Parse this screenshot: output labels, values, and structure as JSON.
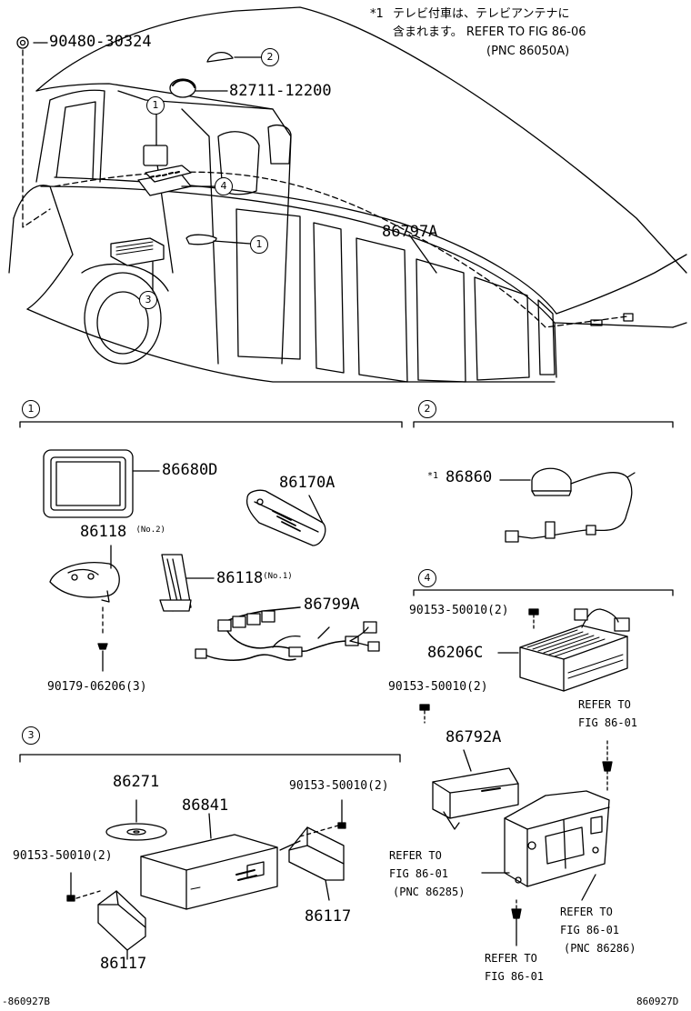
{
  "note": {
    "marker": "*1",
    "line1": "テレビ付車は、テレビアンテナに",
    "line2": "含まれます。 REFER TO FIG 86-06",
    "line3": "(PNC 86050A)"
  },
  "top_view": {
    "part_90480": "90480-30324",
    "part_82711": "82711-12200",
    "part_86797A": "86797A",
    "callout_1": "1",
    "callout_2": "2",
    "callout_3": "3",
    "callout_4": "4"
  },
  "sections": {
    "s1": "1",
    "s2": "2",
    "s3": "3",
    "s4": "4"
  },
  "group1": {
    "p86680D": "86680D",
    "p86170A": "86170A",
    "p86118_no2": "86118",
    "p86118_no2_note": "(No.2)",
    "p86118_no1": "86118",
    "p86118_no1_note": "(No.1)",
    "p86799A": "86799A",
    "p90179": "90179-06206(3)"
  },
  "group2": {
    "marker": "*1",
    "p86860": "86860"
  },
  "group4": {
    "p90153_a": "90153-50010(2)",
    "p86206C": "86206C",
    "p90153_b": "90153-50010(2)",
    "p86792A": "86792A",
    "ref_a_1": "REFER TO",
    "ref_a_2": "FIG 86-01",
    "ref_b_1": "REFER TO",
    "ref_b_2": "FIG 86-01",
    "ref_b_3": "(PNC 86285)",
    "ref_c_1": "REFER TO",
    "ref_c_2": "FIG 86-01",
    "ref_c_3": "(PNC 86286)",
    "ref_d_1": "REFER TO",
    "ref_d_2": "FIG 86-01"
  },
  "group3": {
    "p86271": "86271",
    "p86841": "86841",
    "p90153_r": "90153-50010(2)",
    "p90153_l": "90153-50010(2)",
    "p86117_r": "86117",
    "p86117_l": "86117"
  },
  "footer": {
    "left_code": "-860927B",
    "right_code": "860927D"
  }
}
